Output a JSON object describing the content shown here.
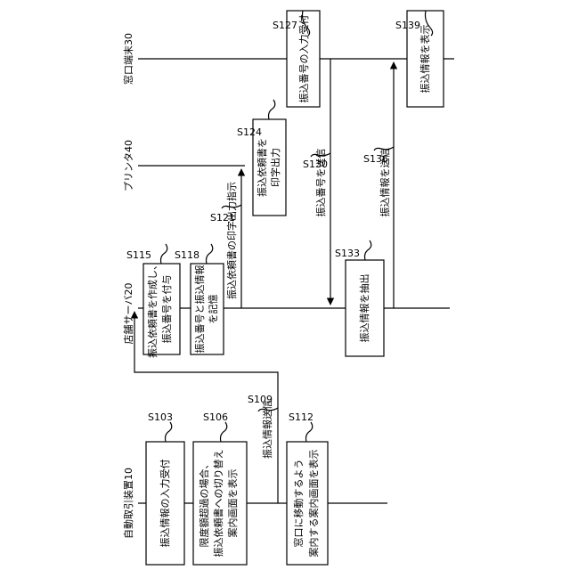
{
  "lanes": {
    "terminal": "窓口端末30",
    "printer": "プリンタ40",
    "server": "店舗サーバ20",
    "atm": "自動取引装置10"
  },
  "boxes": {
    "s127": {
      "id": "S127",
      "lines": [
        "振込番号の入力受付"
      ]
    },
    "s139": {
      "id": "S139",
      "lines": [
        "振込情報を表示"
      ]
    },
    "s124": {
      "id": "S124",
      "lines": [
        "振込依頼書を",
        "印字出力"
      ]
    },
    "s115": {
      "id": "S115",
      "lines": [
        "振込依頼書を作成し、",
        "振込番号を付与"
      ]
    },
    "s118": {
      "id": "S118",
      "lines": [
        "振込番号と振込情報",
        "を記憶"
      ]
    },
    "s133": {
      "id": "S133",
      "lines": [
        "振込情報を抽出"
      ]
    },
    "s103": {
      "id": "S103",
      "lines": [
        "振込情報の入力受付"
      ]
    },
    "s106": {
      "id": "S106",
      "lines": [
        "限度額超過の場合、",
        "振込依頼書への切り替え",
        "案内画面を表示"
      ]
    },
    "s112": {
      "id": "S112",
      "lines": [
        "窓口に移動するよう",
        "案内する案内画面を表示"
      ]
    }
  },
  "steps": {
    "s121": {
      "id": "S121",
      "text": "振込依頼書の印字出力指示"
    },
    "s130": {
      "id": "S130",
      "text": "振込番号を送信"
    },
    "s136": {
      "id": "S136",
      "text": "振込情報を送信"
    },
    "s109": {
      "id": "S109",
      "text": "振込情報送信"
    }
  }
}
